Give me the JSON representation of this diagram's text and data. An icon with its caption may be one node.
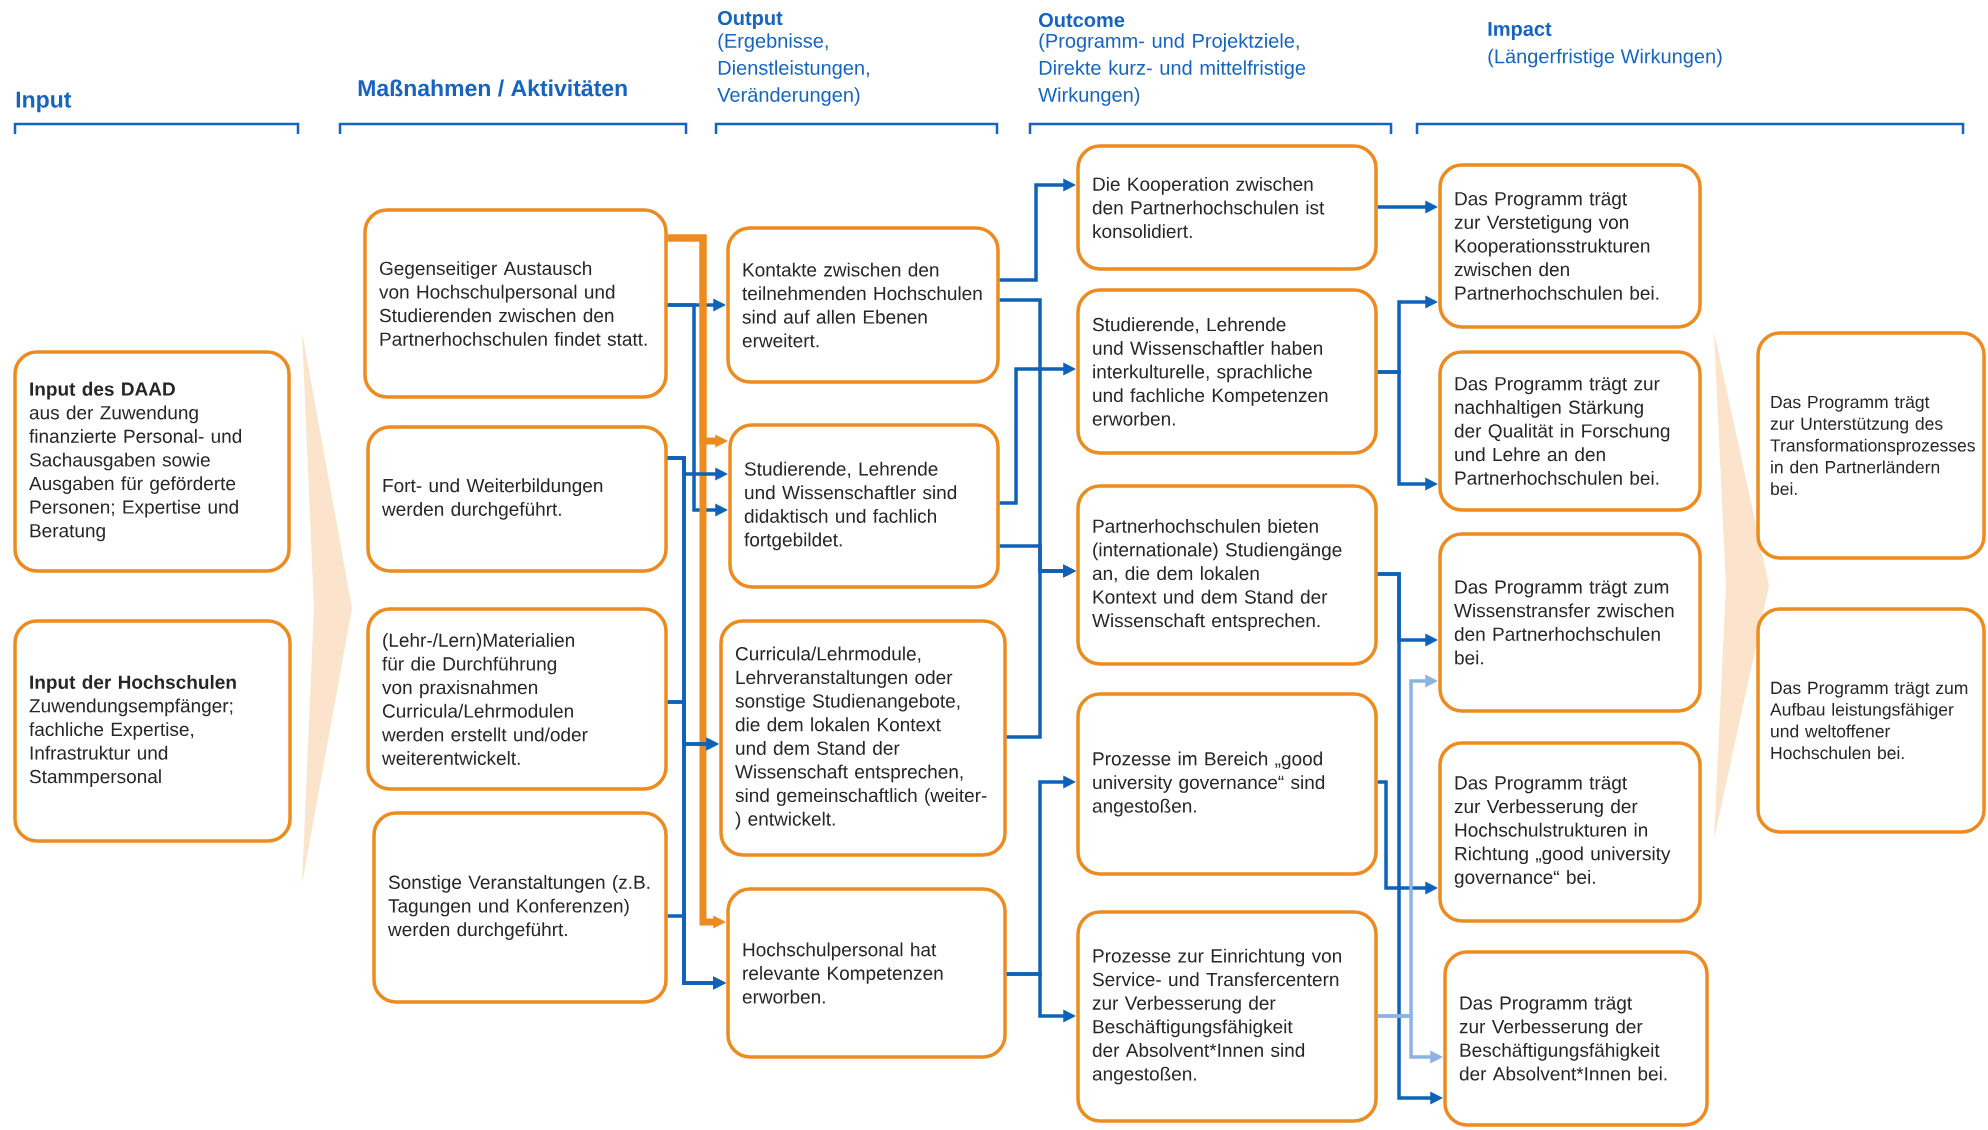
{
  "diagram": {
    "nodes": [
      {
        "text": [
          "Input des DAAD",
          "aus der Zuwendung finanzierte Personal- und Sachausgaben sowie Ausgaben für geförderte Personen; Expertise und Beratung"
        ]
      },
      {
        "text": [
          "Input der Hochschulen",
          "Zuwendungsempfänger; fachliche Expertise, Infrastruktur und Stammpersonal"
        ]
      },
      {
        "text": [
          "Gegenseitiger Austausch von Hochschulpersonal und Studierenden zwischen den Partnerhochschulen findet statt."
        ]
      },
      {
        "text": [
          "Fort- und Weiterbildungen werden durchgeführt."
        ]
      },
      {
        "text": [
          "(Lehr-/Lern)Materialien für die Durchführung von praxisnahmen Curricula/Lehrmodulen werden erstellt und/oder weiterentwickelt."
        ]
      },
      {
        "text": [
          "Sonstige Veranstaltungen (z.B. Tagungen und Konferenzen) werden durchgeführt."
        ]
      },
      {
        "text": [
          "Kontakte zwischen den teilnehmenden Hochschulen sind auf allen Ebenen erweitert."
        ]
      },
      {
        "text": [
          "Studierende, Lehrende und Wissenschaftler sind didaktisch und fachlich fortgebildet."
        ]
      },
      {
        "text": [
          "Curricula/Lehrmodule, Lehrveranstaltungen oder sonstige Studienangebote, die dem lokalen Kontext und dem Stand der Wissenschaft entsprechen, sind gemeinschaftlich (weiter-) entwickelt."
        ]
      },
      {
        "text": [
          "Hochschulpersonal hat relevante Kompetenzen erworben."
        ]
      },
      {
        "text": [
          "Die Kooperation zwischen den Partnerhochschulen ist konsolidiert."
        ]
      },
      {
        "text": [
          "Studierende, Lehrende und Wissenschaftler haben interkulturelle, sprachliche und fachliche Kompetenzen erworben."
        ]
      },
      {
        "text": [
          "Partnerhochschulen bieten (internationale) Studiengänge an, die dem lokalen Kontext und dem Stand der Wissenschaft entsprechen."
        ]
      },
      {
        "text": [
          "Prozesse im Bereich „good university governance“ sind angestoßen."
        ]
      },
      {
        "text": [
          "Prozesse zur Einrichtung von Service- und Transfercentern zur Verbesserung der Beschäftigungsfähigkeit der Absolvent*Innen sind angestoßen."
        ]
      },
      {
        "text": [
          "Das Programm trägt zur Verstetigung von Kooperationsstrukturen zwischen den Partnerhochschulen bei."
        ]
      },
      {
        "text": [
          "Das Programm trägt zur nachhaltigen Stärkung der Qualität in Forschung und Lehre an den Partnerhochschulen bei."
        ]
      },
      {
        "text": [
          "Das Programm trägt zum Wissenstransfer zwischen den Partnerhochschulen bei."
        ]
      },
      {
        "text": [
          "Das Programm trägt zur Verbesserung der Hochschulstrukturen in Richtung „good university governance“ bei."
        ]
      },
      {
        "text": [
          "Das Programm trägt zur Verbesserung der Beschäftigungsfähigkeit der Absolvent*Innen bei."
        ]
      },
      {
        "text": [
          "Das Programm trägt zur Unterstützung des Transformationsprozesses in den Partnerländern bei."
        ]
      },
      {
        "text": [
          "Das Programm trägt zum Aufbau leistungsfähiger und weltoffener Hochschulen bei."
        ]
      }
    ],
    "edges": [
      {
        "from": 2,
        "to": 6,
        "arrow": "to"
      },
      {
        "from": 2,
        "to": 7,
        "arrow": "to"
      },
      {
        "from": 2,
        "to": 7,
        "arrow": "to",
        "style": "thick",
        "color": "#ed8b1f"
      },
      {
        "from": 2,
        "to": 9,
        "arrow": "to",
        "style": "thick",
        "color": "#ed8b1f"
      },
      {
        "from": 3,
        "to": 7,
        "arrow": "to"
      },
      {
        "from": 3,
        "to": 8,
        "arrow": "to"
      },
      {
        "from": 3,
        "to": 9,
        "arrow": "to"
      },
      {
        "from": 4,
        "to": 8,
        "arrow": "to"
      },
      {
        "from": 4,
        "to": 9,
        "arrow": "to"
      },
      {
        "from": 5,
        "to": 9,
        "arrow": "to"
      },
      {
        "from": 6,
        "to": 10,
        "arrow": "to"
      },
      {
        "from": 6,
        "to": 12,
        "arrow": "to"
      },
      {
        "from": 7,
        "to": 11,
        "arrow": "to"
      },
      {
        "from": 7,
        "to": 12,
        "arrow": "to"
      },
      {
        "from": 8,
        "to": 12,
        "arrow": "to"
      },
      {
        "from": 9,
        "to": 13,
        "arrow": "to"
      },
      {
        "from": 9,
        "to": 14,
        "arrow": "to"
      },
      {
        "from": 10,
        "to": 15,
        "arrow": "to"
      },
      {
        "from": 11,
        "to": 15,
        "arrow": "to"
      },
      {
        "from": 11,
        "to": 16,
        "arrow": "to"
      },
      {
        "from": 12,
        "to": 17,
        "arrow": "to"
      },
      {
        "from": 12,
        "to": 19,
        "arrow": "to"
      },
      {
        "from": 13,
        "to": 18,
        "arrow": "to"
      },
      {
        "from": 14,
        "to": 17,
        "arrow": "to",
        "color": "#8db3e2"
      },
      {
        "from": 14,
        "to": 19,
        "arrow": "to",
        "color": "#8db3e2"
      }
    ],
    "labels": [
      "Input",
      "Maßnahmen / Aktivitäten",
      "Output",
      "(Ergebnisse, Dienstleistungen, Veränderungen)",
      "Outcome",
      "(Programm- und Projektziele, Direkte kurz- und mittelfristige Wirkungen)",
      "Impact",
      "(Längerfristige Wirkungen)"
    ]
  }
}
